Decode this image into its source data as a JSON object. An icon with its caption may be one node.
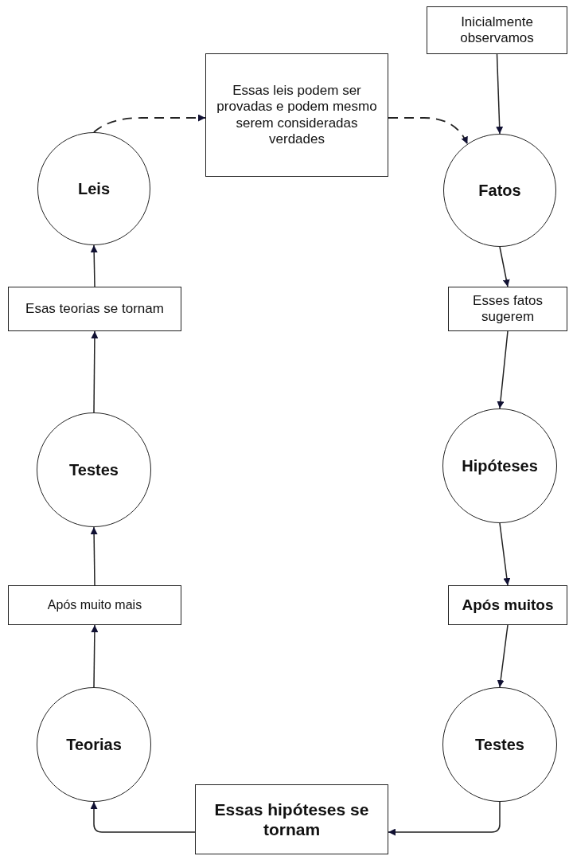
{
  "diagram": {
    "nodes": [
      {
        "text": [
          "Inicialmente observamos"
        ]
      },
      {
        "text": [
          "Essas leis podem ser provadas e podem mesmo serem consideradas verdades"
        ]
      },
      {
        "text": [
          "Leis"
        ]
      },
      {
        "text": [
          "Fatos"
        ]
      },
      {
        "text": [
          "Esas teorias se tornam"
        ]
      },
      {
        "text": [
          "Esses fatos sugerem"
        ]
      },
      {
        "text": [
          "Testes"
        ]
      },
      {
        "text": [
          "Hipóteses"
        ]
      },
      {
        "text": [
          "Após muito mais"
        ]
      },
      {
        "text": [
          "Após muitos"
        ]
      },
      {
        "text": [
          "Teorias"
        ]
      },
      {
        "text": [
          "Testes"
        ]
      },
      {
        "text": [
          "Essas hipóteses se tornam"
        ]
      }
    ],
    "edges": [
      {
        "from": 0,
        "to": 3,
        "arrow": "to"
      },
      {
        "from": 3,
        "to": 5,
        "arrow": "to"
      },
      {
        "from": 5,
        "to": 7,
        "arrow": "to"
      },
      {
        "from": 7,
        "to": 9,
        "arrow": "to"
      },
      {
        "from": 9,
        "to": 11,
        "arrow": "to"
      },
      {
        "from": 11,
        "to": 12,
        "arrow": "to"
      },
      {
        "from": 12,
        "to": 10,
        "arrow": "to"
      },
      {
        "from": 10,
        "to": 8,
        "arrow": "to"
      },
      {
        "from": 8,
        "to": 6,
        "arrow": "to"
      },
      {
        "from": 6,
        "to": 4,
        "arrow": "to"
      },
      {
        "from": 4,
        "to": 2,
        "arrow": "to"
      },
      {
        "from": 2,
        "to": 1,
        "arrow": "to",
        "style": "dashed"
      },
      {
        "from": 1,
        "to": 3,
        "arrow": "to",
        "style": "dashed"
      }
    ]
  }
}
